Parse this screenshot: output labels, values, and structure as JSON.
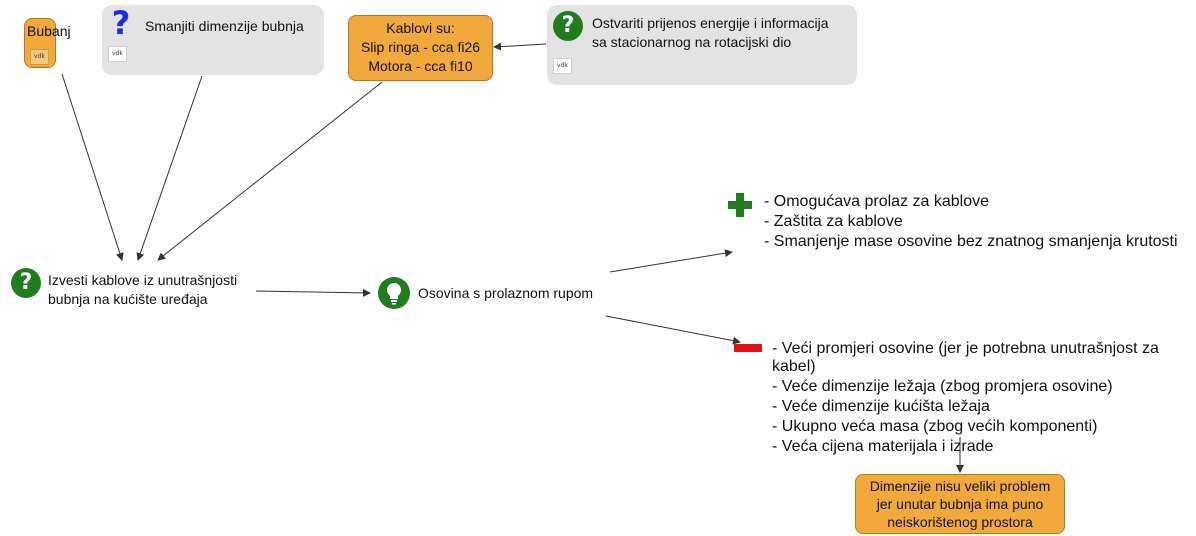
{
  "nodes": {
    "bubanj": {
      "title": "Bubanj",
      "tag": "vdk",
      "color": "#f2a93b"
    },
    "smanjiti": {
      "title": "Smanjiti dimenzije bubnja",
      "tag": "vdk"
    },
    "kablovi": {
      "lines": [
        "Kablovi su:",
        "Slip ringa - cca fi26",
        "Motora - cca fi10"
      ]
    },
    "ostvariti": {
      "lines": [
        "Ostvariti prijenos energije i informacija",
        "sa stacionarnog na rotacijski dio"
      ],
      "tag": "vdk"
    },
    "izvesti": {
      "lines": [
        "Izvesti kablove iz unutrašnjosti",
        "bubnja na kućište uređaja"
      ]
    },
    "osovina": {
      "title": "Osovina s prolaznom rupom"
    },
    "pros": {
      "items": [
        "- Omogućava prolaz za kablove",
        "- Zaštita za kablove",
        "- Smanjenje mase osovine bez znatnog smanjenja krutosti"
      ]
    },
    "cons": {
      "items": [
        "- Veći promjeri osovine (jer je potrebna unutrašnjost za kabel)",
        "- Veće dimenzije ležaja (zbog promjera osovine)",
        "- Veće dimenzije kućišta ležaja",
        "- Ukupno veća masa (zbog većih komponenti)",
        "- Veća cijena materijala i izrade"
      ]
    },
    "dimenzije": {
      "lines": [
        "Dimenzije nisu veliki problem",
        "jer unutar bubnja ima puno",
        "neiskorištenog prostora"
      ]
    }
  },
  "icons": {
    "question_green": "question-icon",
    "question_blue": "blue-question-icon",
    "idea": "lightbulb-icon",
    "plus": "plus-icon",
    "minus": "minus-icon"
  },
  "colors": {
    "accent_green": "#1f7d1f",
    "blue": "#1b2fd6",
    "red": "#e01414",
    "orange": "#f2a93b"
  }
}
